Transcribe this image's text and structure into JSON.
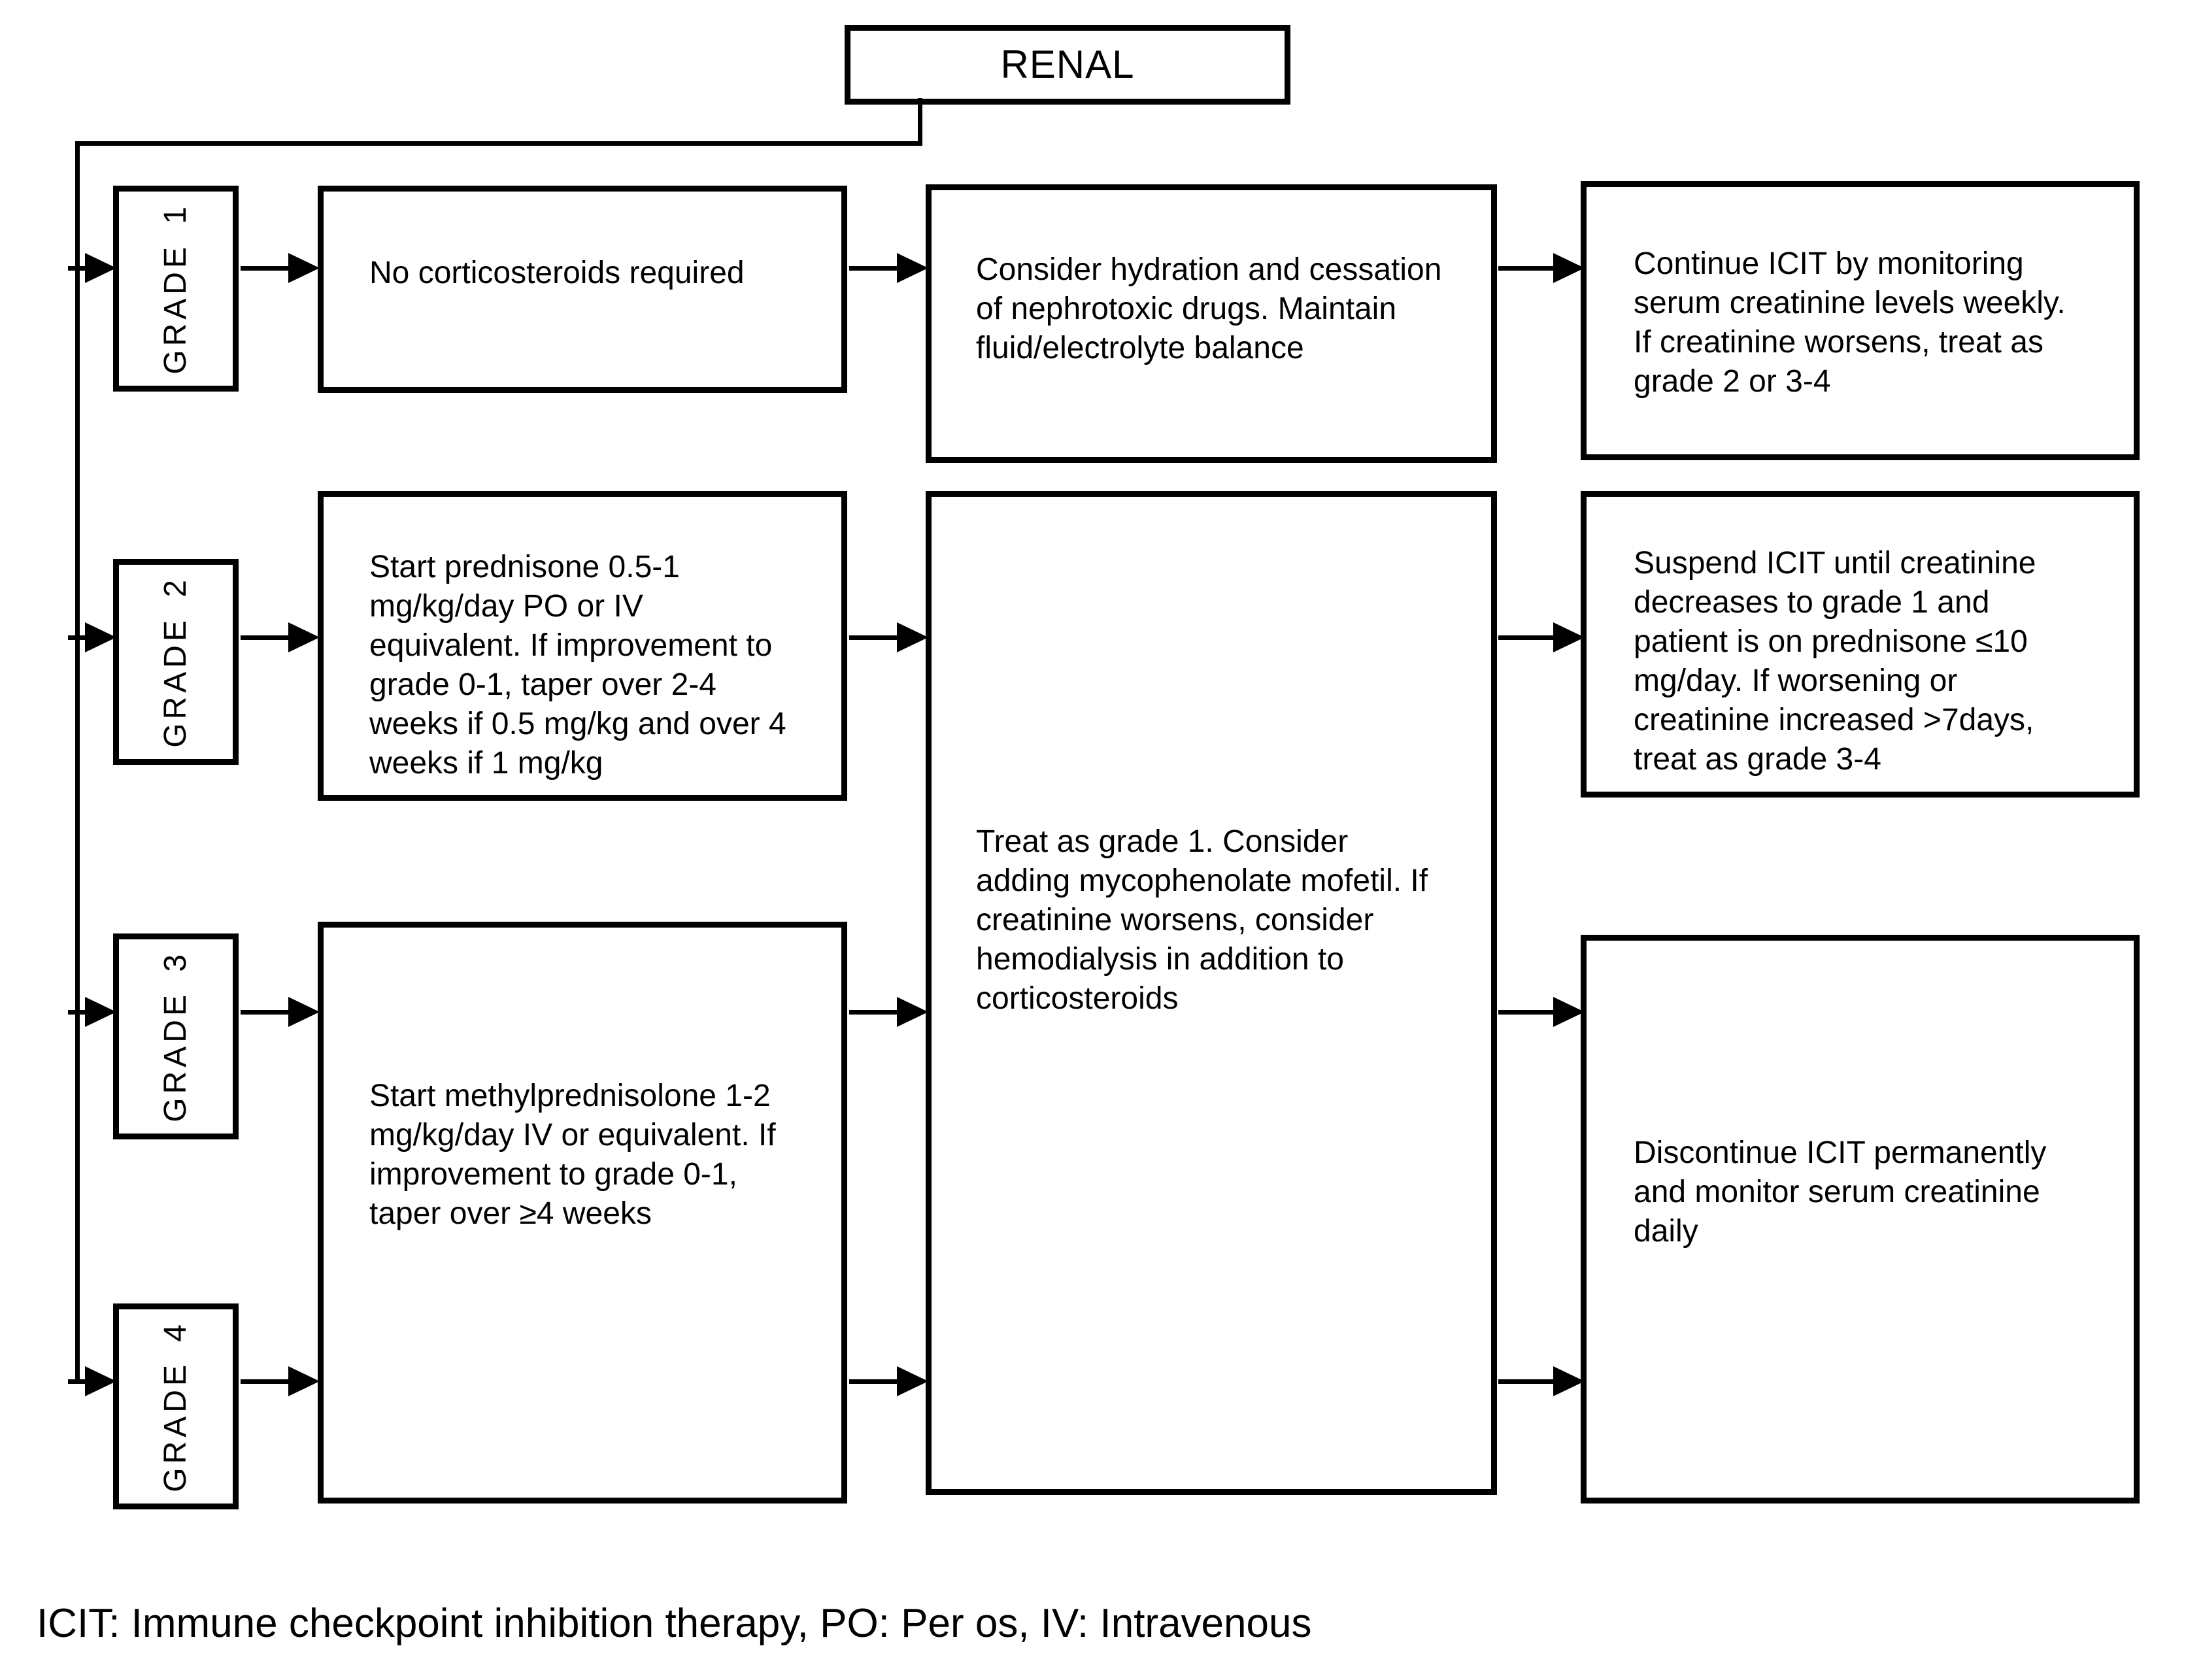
{
  "flowchart": {
    "root_label": "RENAL",
    "grade_labels": [
      "GRADE 1",
      "GRADE 2",
      "GRADE 3",
      "GRADE 4"
    ],
    "boxes": {
      "grade1_treatment": "No corticosteroids required",
      "grade1_supportive": "Consider hydration and cessation of nephrotoxic drugs. Maintain fluid/electrolyte balance",
      "grade1_icit": "Continue ICIT by monitoring serum creatinine levels weekly. If creatinine worsens, treat as grade 2 or 3-4",
      "grade2_treatment": "Start prednisone 0.5-1 mg/kg/day PO or IV equivalent. If improvement to grade 0-1, taper over 2-4 weeks if 0.5 mg/kg and over 4 weeks if 1 mg/kg",
      "grade2_icit": "Suspend ICIT until creatinine decreases to grade 1 and patient is on prednisone ≤10 mg/day. If worsening or creatinine increased >7days, treat as grade 3-4",
      "grade34_treatment": "Start methylprednisolone 1-2 mg/kg/day IV or equivalent. If improvement to grade 0-1, taper over ≥4 weeks",
      "grade234_escalation": "Treat as grade 1. Consider adding mycophenolate mofetil. If creatinine worsens, consider hemodialysis in addition to corticosteroids",
      "grade34_icit": "Discontinue ICIT permanently and monitor serum creatinine daily"
    },
    "footnote": "ICIT: Immune checkpoint inhibition therapy, PO: Per os, IV: Intravenous",
    "colors": {
      "line": "#000000",
      "text": "#000000",
      "background": "#ffffff"
    }
  }
}
